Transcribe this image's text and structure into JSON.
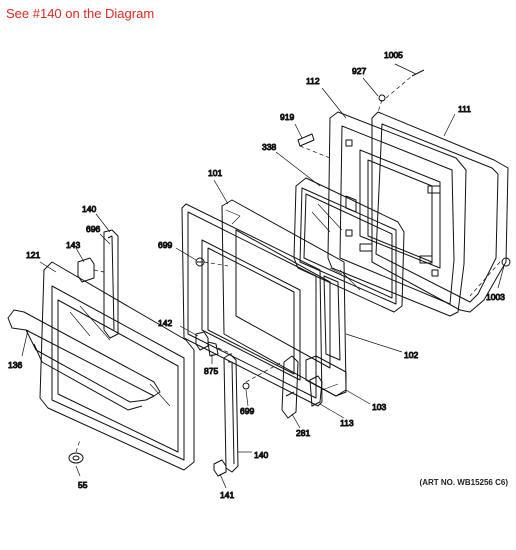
{
  "header": {
    "note": "See #140 on the Diagram",
    "note_color": "#e8251c"
  },
  "art_number": "(ART NO. WB15256 C6)",
  "callouts": {
    "c1005": "1005",
    "c927": "927",
    "c112": "112",
    "c111": "111",
    "c919": "919",
    "c338": "338",
    "c101": "101",
    "c140a": "140",
    "c696": "696",
    "c699a": "699",
    "c143": "143",
    "c121": "121",
    "c1003": "1003",
    "c142": "142",
    "c136": "136",
    "c875": "875",
    "c102": "102",
    "c699b": "699",
    "c103": "103",
    "c113": "113",
    "c281": "281",
    "c140b": "140",
    "c55": "55",
    "c141": "141"
  }
}
